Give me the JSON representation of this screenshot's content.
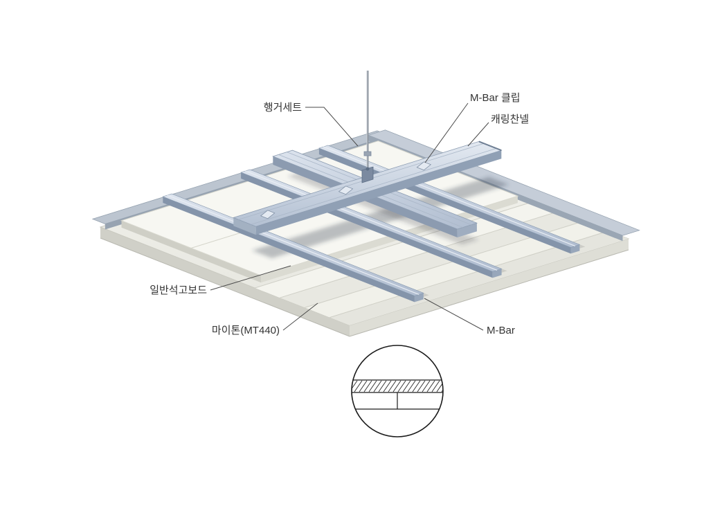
{
  "diagram": {
    "type": "isometric-construction-detail",
    "subject": "suspended-ceiling-mbar-system",
    "background": "#ffffff"
  },
  "labels": {
    "hanger_set": "행거세트",
    "mbar_clip": "M-Bar 클립",
    "carrying_channel": "캐링찬넬",
    "gypsum_board": "일반석고보드",
    "miton": "마이톤(MT440)",
    "mbar": "M-Bar"
  },
  "colors": {
    "background": "#ffffff",
    "text": "#333333",
    "leader_line": "#4a4a4a",
    "metal_top": "#cfd8e4",
    "metal_side": "#90a0b5",
    "metal_dark": "#6f7f94",
    "panel_deck": "#ededе7",
    "panel_side": "#d0d0c8",
    "gypsum_top": "#f7f7f2",
    "detail_outline": "#1a1a1a"
  }
}
